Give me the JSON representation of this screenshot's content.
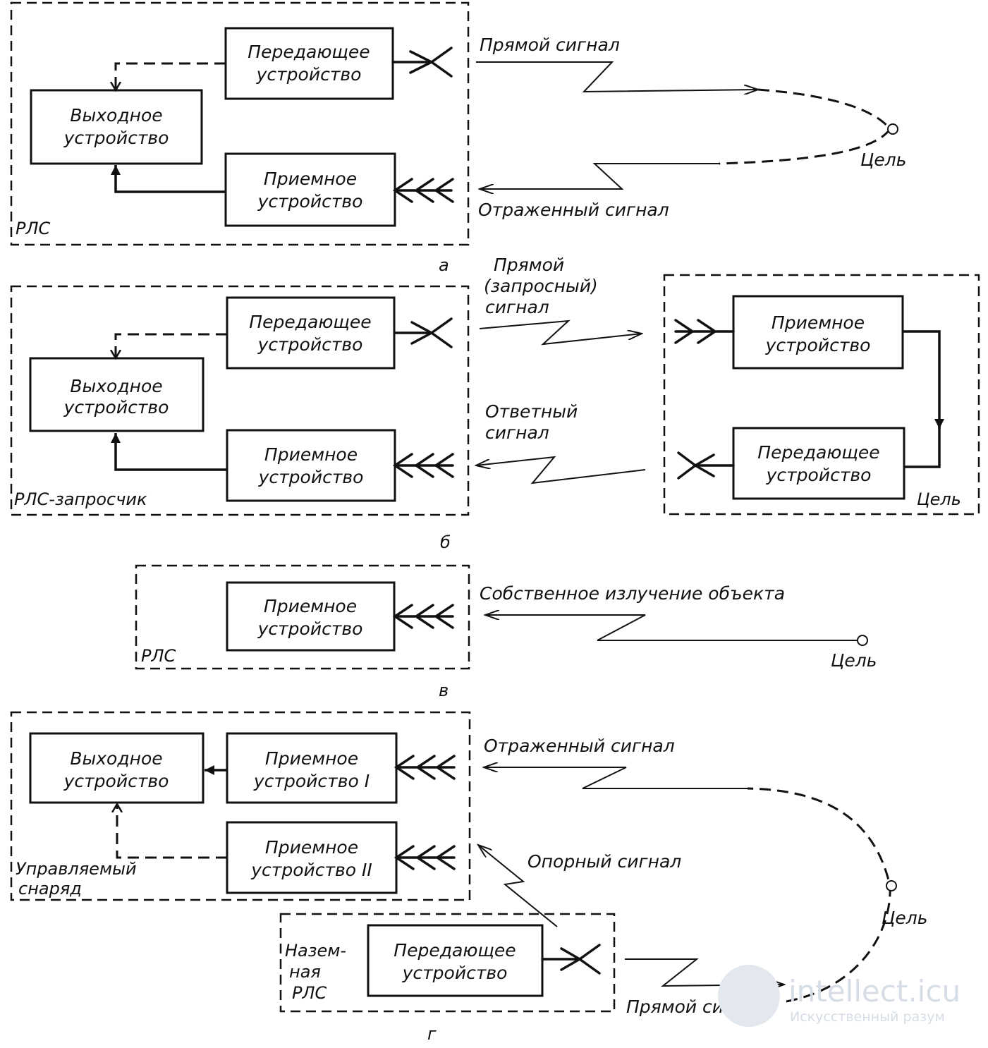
{
  "panels": {
    "a": {
      "letter": "а",
      "frame_label": "РЛС",
      "transmitter": [
        "Передающее",
        "устройство"
      ],
      "output": [
        "Выходное",
        "устройство"
      ],
      "receiver": [
        "Приемное",
        "устройство"
      ],
      "direct_signal": "Прямой сигнал",
      "reflected_signal": "Отраженный сигнал",
      "target": "Цель"
    },
    "b": {
      "letter": "б",
      "frame_label": "РЛС-запросчик",
      "transmitter": [
        "Передающее",
        "устройство"
      ],
      "output": [
        "Выходное",
        "устройство"
      ],
      "receiver": [
        "Приемное",
        "устройство"
      ],
      "direct_signal": [
        "Прямой",
        "(запросный)",
        "сигнал"
      ],
      "response_signal": [
        "Ответный",
        "сигнал"
      ],
      "target_receiver": [
        "Приемное",
        "устройство"
      ],
      "target_transmitter": [
        "Передающее",
        "устройство"
      ],
      "target": "Цель"
    },
    "c": {
      "letter": "в",
      "frame_label": "РЛС",
      "receiver": [
        "Приемное",
        "устройство"
      ],
      "emission": "Собственное излучение объекта",
      "target": "Цель"
    },
    "d": {
      "letter": "г",
      "frame_label": [
        "Управляемый",
        "снаряд"
      ],
      "output": [
        "Выходное",
        "устройство"
      ],
      "receiver1": [
        "Приемное",
        "устройство I"
      ],
      "receiver2": [
        "Приемное",
        "устройство II"
      ],
      "reflected_signal": "Отраженный сигнал",
      "reference_signal": "Опорный сигнал",
      "ground_label": [
        "Назем-",
        "ная",
        "РЛС"
      ],
      "ground_transmitter": [
        "Передающее",
        "устройство"
      ],
      "direct_signal": "Прямой сигнал",
      "target": "Цель"
    }
  },
  "watermark": {
    "main": "intellect.icu",
    "sub": "Искусственный разум"
  }
}
